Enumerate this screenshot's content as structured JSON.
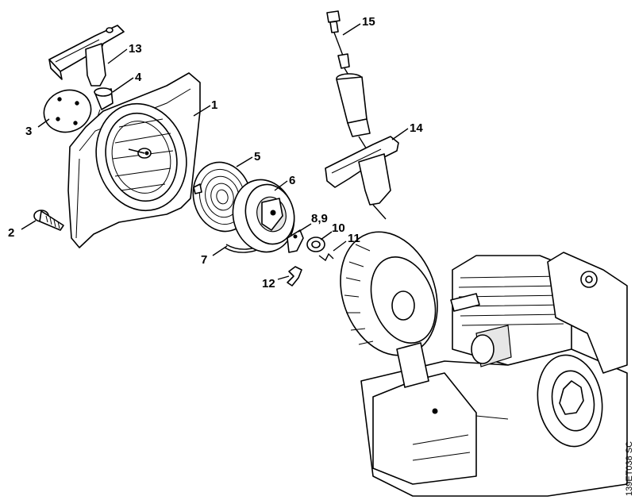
{
  "diagram": {
    "callouts": [
      {
        "id": "c1",
        "label": "1"
      },
      {
        "id": "c2",
        "label": "2"
      },
      {
        "id": "c3",
        "label": "3"
      },
      {
        "id": "c4",
        "label": "4"
      },
      {
        "id": "c5",
        "label": "5"
      },
      {
        "id": "c6",
        "label": "6"
      },
      {
        "id": "c7",
        "label": "7"
      },
      {
        "id": "c89",
        "label": "8,9"
      },
      {
        "id": "c10",
        "label": "10"
      },
      {
        "id": "c11",
        "label": "11"
      },
      {
        "id": "c12",
        "label": "12"
      },
      {
        "id": "c13",
        "label": "13"
      },
      {
        "id": "c14",
        "label": "14"
      },
      {
        "id": "c15",
        "label": "15"
      }
    ],
    "drawing_code": "139ET038 SC"
  }
}
